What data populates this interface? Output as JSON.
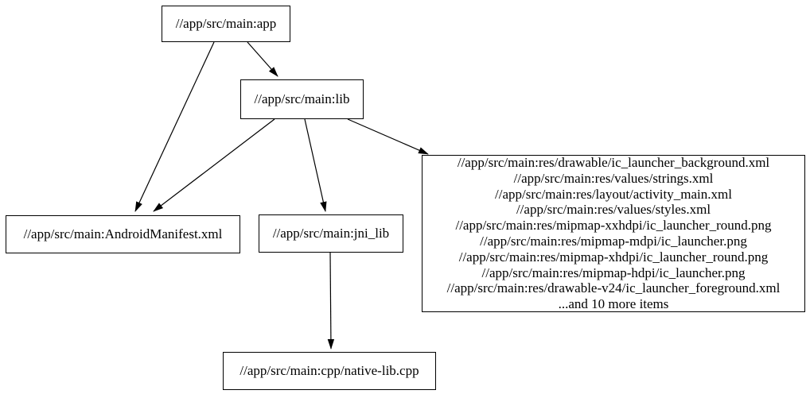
{
  "graph": {
    "nodes": {
      "app": {
        "label": "//app/src/main:app"
      },
      "lib": {
        "label": "//app/src/main:lib"
      },
      "manifest": {
        "label": "//app/src/main:AndroidManifest.xml"
      },
      "jni_lib": {
        "label": "//app/src/main:jni_lib"
      },
      "res_group": {
        "lines": [
          "//app/src/main:res/drawable/ic_launcher_background.xml",
          "//app/src/main:res/values/strings.xml",
          "//app/src/main:res/layout/activity_main.xml",
          "//app/src/main:res/values/styles.xml",
          "//app/src/main:res/mipmap-xxhdpi/ic_launcher_round.png",
          "//app/src/main:res/mipmap-mdpi/ic_launcher.png",
          "//app/src/main:res/mipmap-xhdpi/ic_launcher_round.png",
          "//app/src/main:res/mipmap-hdpi/ic_launcher.png",
          "//app/src/main:res/drawable-v24/ic_launcher_foreground.xml",
          "...and 10 more items"
        ]
      },
      "native_lib": {
        "label": "//app/src/main:cpp/native-lib.cpp"
      }
    },
    "edges": [
      {
        "from": "//app/src/main:app",
        "to": "//app/src/main:AndroidManifest.xml"
      },
      {
        "from": "//app/src/main:app",
        "to": "//app/src/main:lib"
      },
      {
        "from": "//app/src/main:lib",
        "to": "//app/src/main:AndroidManifest.xml"
      },
      {
        "from": "//app/src/main:lib",
        "to": "//app/src/main:jni_lib"
      },
      {
        "from": "//app/src/main:lib",
        "to": "res-group-node"
      },
      {
        "from": "//app/src/main:jni_lib",
        "to": "//app/src/main:cpp/native-lib.cpp"
      }
    ],
    "colors": {
      "background": "#ffffff",
      "node_border": "#000000",
      "edge": "#000000",
      "text": "#000000"
    }
  }
}
